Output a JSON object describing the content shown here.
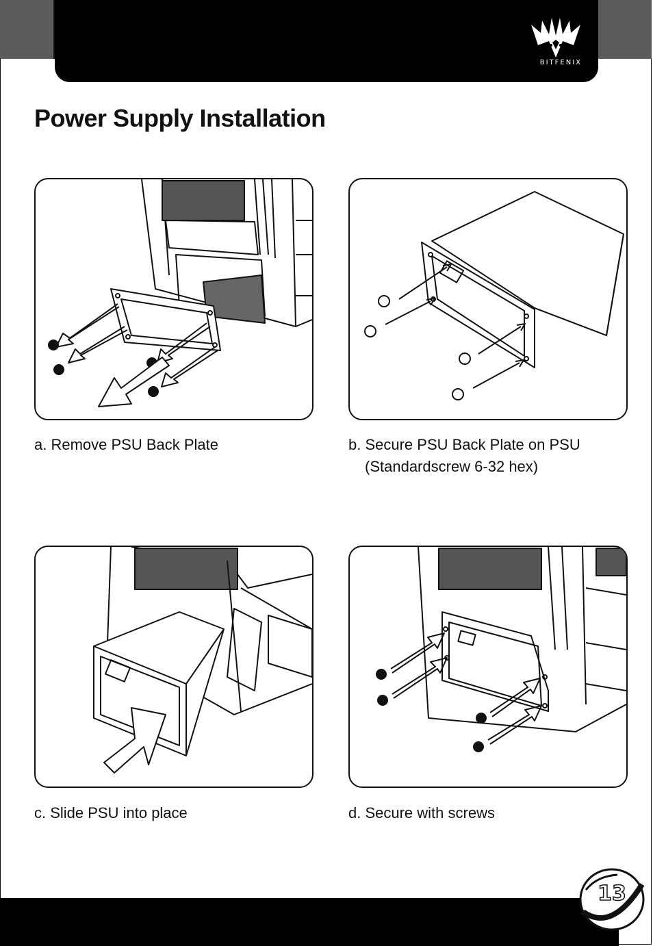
{
  "header": {
    "brand": "BITFENIX",
    "logo_icon": "bitfenix-phoenix-logo-icon"
  },
  "title": "Power Supply Installation",
  "steps": [
    {
      "label": "a. Remove PSU Back Plate",
      "sublabel": ""
    },
    {
      "label": "b. Secure PSU Back Plate on PSU",
      "sublabel": "(Standardscrew 6-32 hex)"
    },
    {
      "label": "c. Slide PSU into place",
      "sublabel": ""
    },
    {
      "label": "d. Secure with screws",
      "sublabel": ""
    }
  ],
  "footer": {
    "page_number": "13"
  },
  "colors": {
    "header": "#000000",
    "tab": "#5b5b5b",
    "line": "#111111"
  }
}
